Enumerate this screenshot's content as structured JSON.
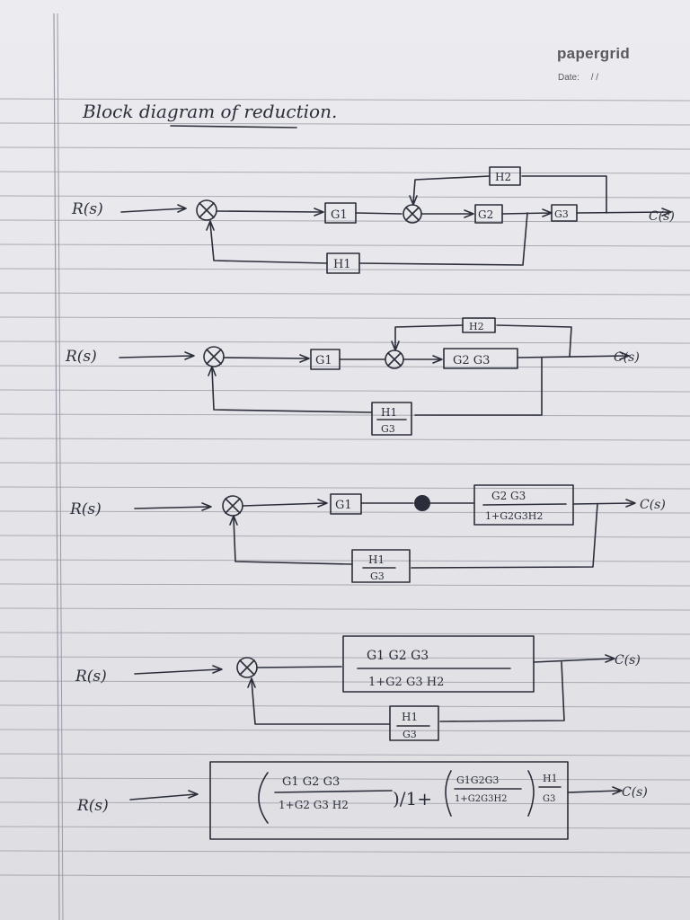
{
  "header": {
    "brand": "papergrid",
    "date_label": "Date:",
    "date_slashes": "/   /"
  },
  "title": "Block diagram of reduction.",
  "diagram1": {
    "input": "R(s)",
    "output": "C(s)",
    "blocks": {
      "g1": "G1",
      "g2": "G2",
      "g3": "G3",
      "h1": "H1",
      "h2": "H2"
    }
  },
  "diagram2": {
    "input": "R(s)",
    "output": "C(s)",
    "blocks": {
      "g1": "G1",
      "g2g3": "G2 G3",
      "h2": "H2",
      "h1_num": "H1",
      "h1_den": "G3"
    }
  },
  "diagram3": {
    "input": "R(s)",
    "output": "C(s)",
    "blocks": {
      "g1": "G1",
      "tf_num": "G2 G3",
      "tf_den": "1+G2G3H2",
      "h1_num": "H1",
      "h1_den": "G3"
    }
  },
  "diagram4": {
    "input": "R(s)",
    "output": "C(s)",
    "blocks": {
      "tf_num": "G1 G2 G3",
      "tf_den": "1+G2 G3 H2",
      "h1_num": "H1",
      "h1_den": "G3"
    }
  },
  "diagram5": {
    "input": "R(s)",
    "output": "C(s)",
    "expr": {
      "a_num": "G1 G2 G3",
      "a_den": "1+G2 G3 H2",
      "slash_one_plus": ")/1+",
      "b_num": "G1G2G3",
      "b_den": "1+G2G3H2",
      "c_num": "H1",
      "c_den": "G3"
    }
  }
}
